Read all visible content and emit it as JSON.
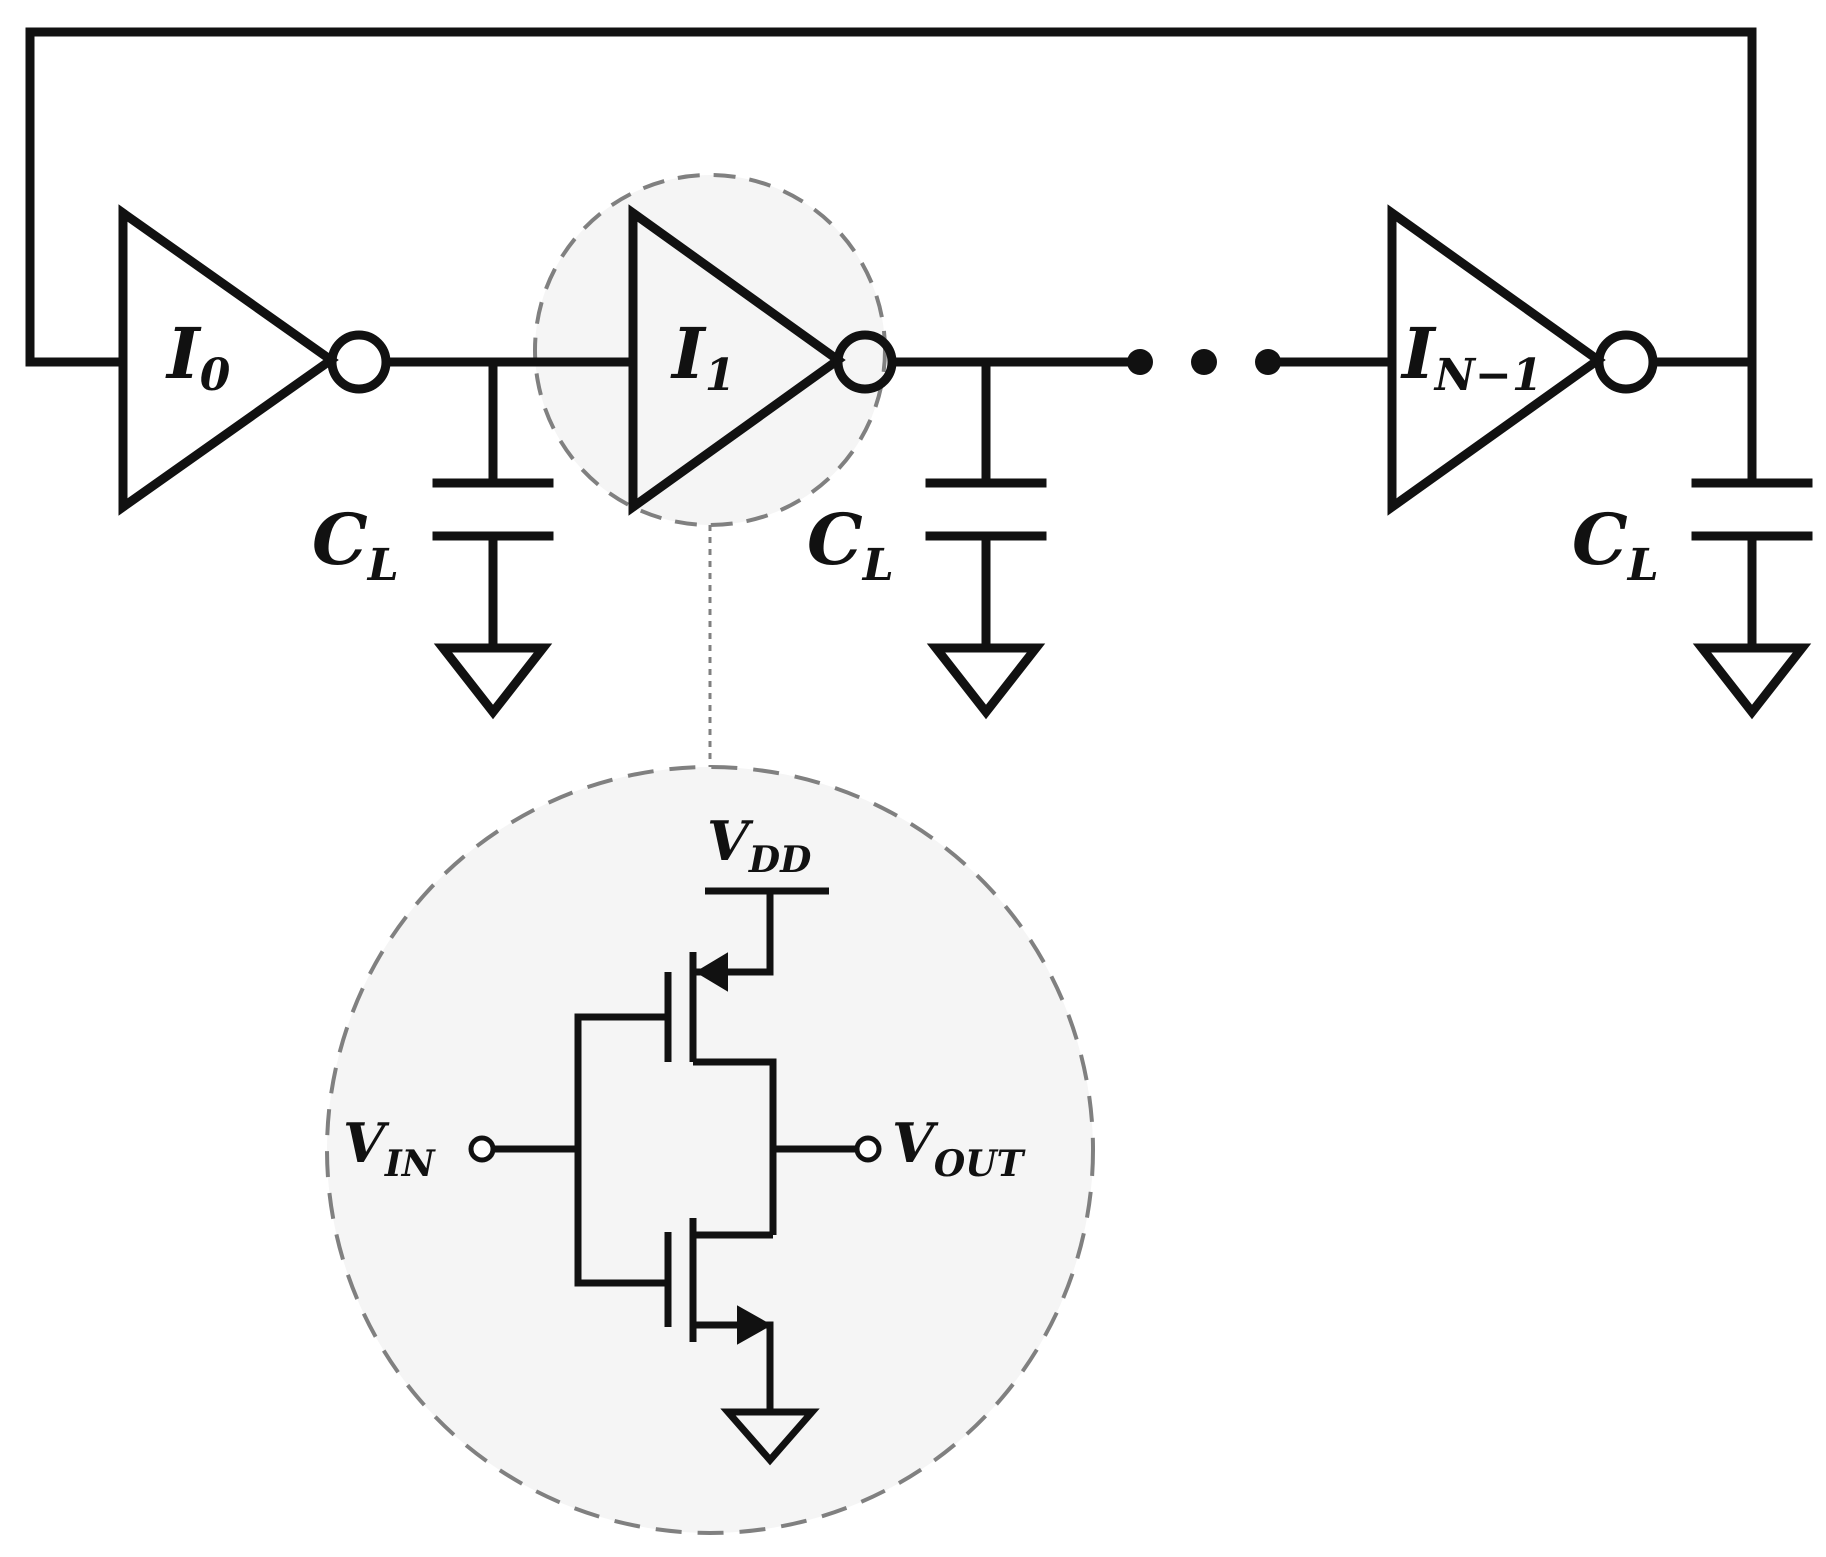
{
  "colors": {
    "wire": "#111111",
    "highlight_fill": "#f5f5f5",
    "highlight_stroke": "#808080"
  },
  "inverters": [
    {
      "main": "I",
      "sub": "0"
    },
    {
      "main": "I",
      "sub": "1"
    },
    {
      "main": "I",
      "sub": "N−1"
    }
  ],
  "capacitors": [
    {
      "main": "C",
      "sub": "L"
    },
    {
      "main": "C",
      "sub": "L"
    },
    {
      "main": "C",
      "sub": "L"
    }
  ],
  "detail": {
    "vdd": {
      "main": "V",
      "sub": "DD"
    },
    "vin": {
      "main": "V",
      "sub": "IN"
    },
    "vout": {
      "main": "V",
      "sub": "OUT"
    }
  }
}
